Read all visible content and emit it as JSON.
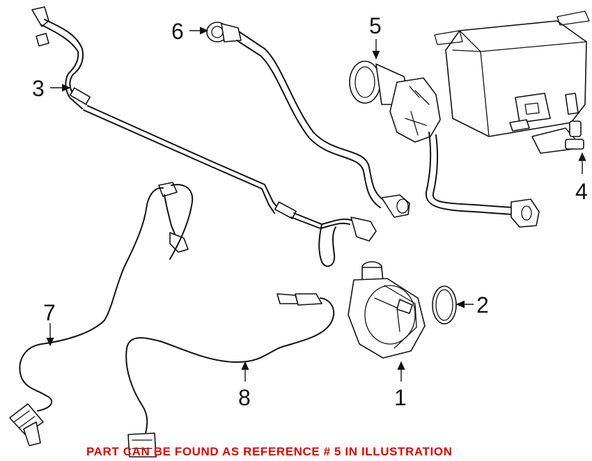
{
  "diagram": {
    "callouts": [
      {
        "id": "1",
        "label": "1"
      },
      {
        "id": "2",
        "label": "2"
      },
      {
        "id": "3",
        "label": "3"
      },
      {
        "id": "4",
        "label": "4"
      },
      {
        "id": "5",
        "label": "5"
      },
      {
        "id": "6",
        "label": "6"
      },
      {
        "id": "7",
        "label": "7"
      },
      {
        "id": "8",
        "label": "8"
      }
    ],
    "footnote": "PART CAN BE FOUND AS REFERENCE # 5 IN ILLUSTRATION",
    "colors": {
      "linework": "#111111",
      "footnote": "#e00000",
      "background": "#ffffff"
    }
  }
}
